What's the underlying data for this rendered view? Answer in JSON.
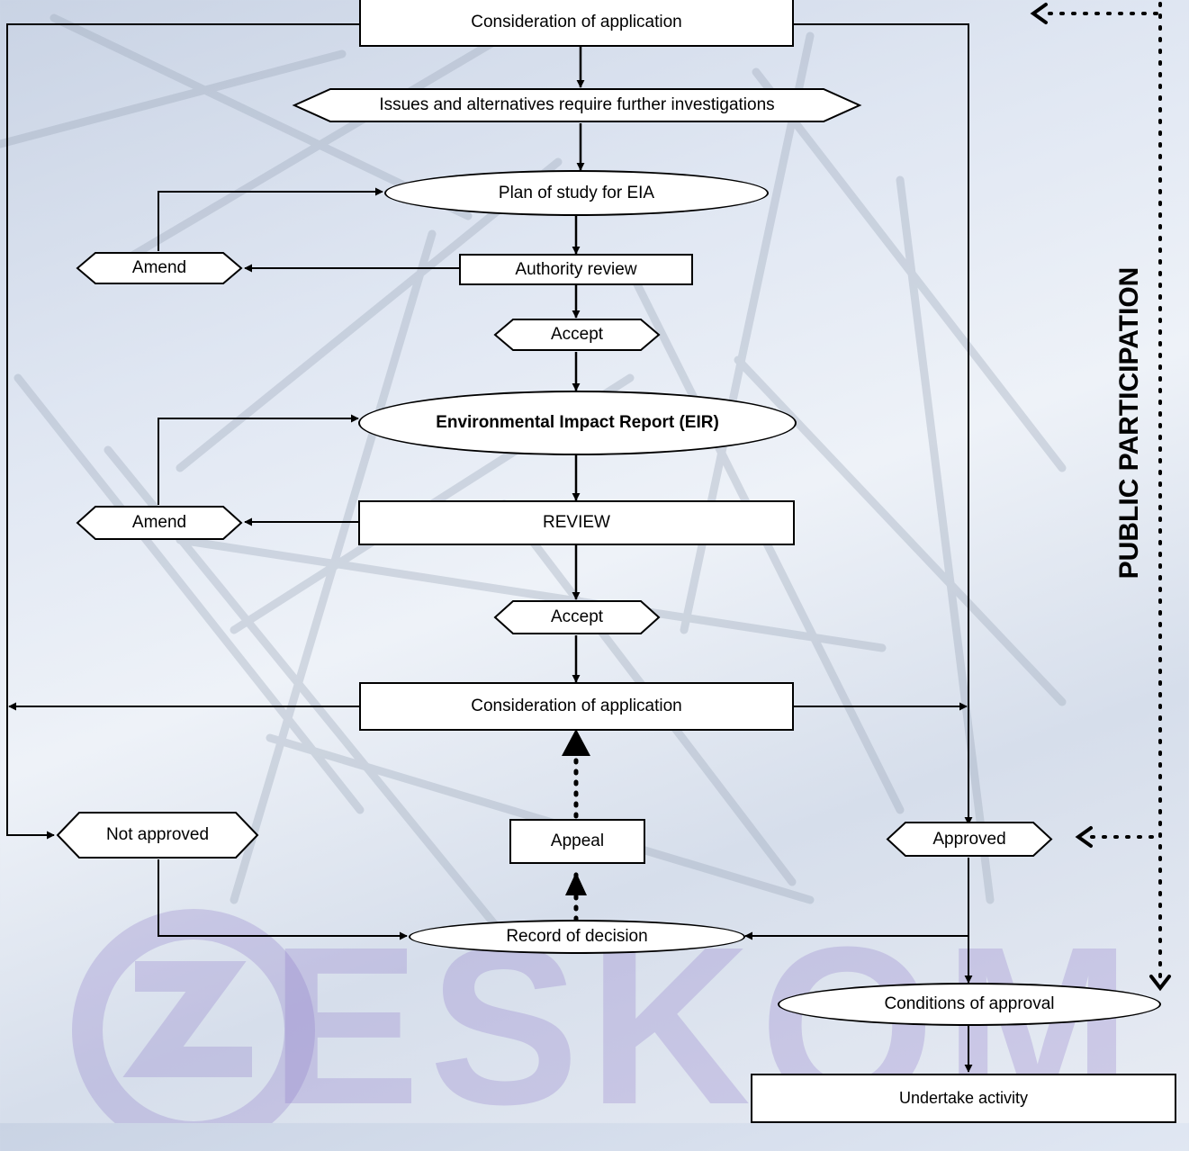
{
  "nodes": {
    "consideration_top": "Consideration of application",
    "issues": "Issues and alternatives require further investigations",
    "plan_of_study": "Plan of study for EIA",
    "amend_1": "Amend",
    "authority_review": "Authority review",
    "accept_1": "Accept",
    "eir": "Environmental Impact Report (EIR)",
    "amend_2": "Amend",
    "review": "REVIEW",
    "accept_2": "Accept",
    "consideration_bottom": "Consideration of application",
    "not_approved": "Not approved",
    "appeal": "Appeal",
    "approved": "Approved",
    "record_of_decision": "Record of decision",
    "conditions_of_approval": "Conditions of approval",
    "undertake_activity": "Undertake activity"
  },
  "side_label": "PUBLIC PARTICIPATION",
  "logo_text": "ESKOM",
  "colors": {
    "background": "#dfe6f2",
    "watermark": "#8c78c8",
    "lines": "#000000",
    "node_fill": "#ffffff"
  }
}
